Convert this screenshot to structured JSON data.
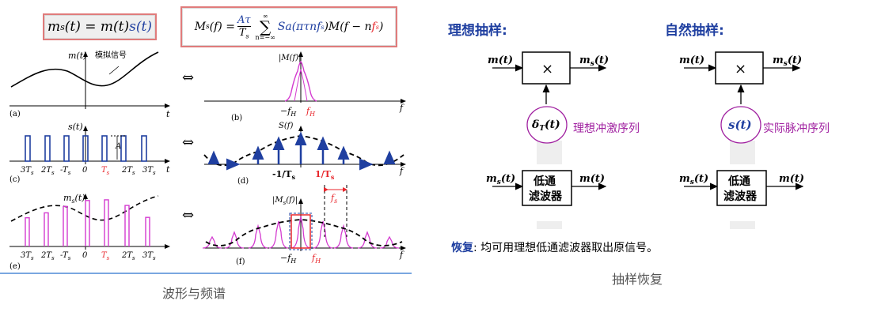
{
  "left": {
    "formula_time": {
      "lhs": "m",
      "lhs_sub": "s",
      "lhs_arg": "(t) = m(t)",
      "rhs": "s(t)"
    },
    "formula_freq": {
      "text": "M",
      "sub": "s",
      "rest": "(f) = ",
      "num": "Aτ",
      "den": "T",
      "den_sub": "s",
      "sum_top": "∞",
      "sum_bot": "n=−∞",
      "body1": "Sa(πτnf",
      "body1_sub": "s",
      "body2": ")M(f − n",
      "body2_f": "f",
      "body2_sub": "s",
      "body2_end": ")"
    },
    "equiv_symbol": "⇔",
    "panel_a": {
      "ylabel": "m(t)",
      "annotation": "模拟信号",
      "letter": "(a)",
      "xaxis": "t"
    },
    "panel_b": {
      "ylabel": "|M(f)|",
      "letter": "(b)",
      "tick_neg": "−f",
      "tick_neg_sub": "H",
      "tick_pos": "f",
      "tick_pos_sub": "H",
      "xaxis": "f"
    },
    "panel_c": {
      "ylabel": "s(t)",
      "amp": "A",
      "letter": "(c)",
      "ticks": [
        "3T",
        "2T",
        "-T",
        "0",
        "T",
        "2T",
        "3T"
      ],
      "tick_sub": "s",
      "xaxis": "t"
    },
    "panel_d": {
      "ylabel": "S(f)",
      "letter": "(d)",
      "tick_neg": "-1/T",
      "tick_pos": "1/T",
      "tick_sub": "s",
      "xaxis": "f"
    },
    "panel_e": {
      "ylabel": "m",
      "ylabel_sub": "s",
      "ylabel_arg": "(t)",
      "letter": "(e)",
      "ticks": [
        "3T",
        "2T",
        "-T",
        "0",
        "T",
        "2T",
        "3T"
      ],
      "tick_sub": "s"
    },
    "panel_f": {
      "ylabel": "|M",
      "ylabel_sub": "s",
      "ylabel_arg": "(f)|",
      "letter": "(f)",
      "fs_label": "f",
      "fs_sub": "s",
      "tick_neg": "−f",
      "tick_neg_sub": "H",
      "tick_pos": "f",
      "tick_pos_sub": "H",
      "xaxis": "f"
    },
    "caption": "波形与频谱"
  },
  "right": {
    "ideal": {
      "title": "理想抽样:",
      "input": "m(t)",
      "output_main": "m",
      "output_sub": "s",
      "output_arg": "(t)",
      "multiply": "×",
      "impulse_main": "δ",
      "impulse_sub": "T",
      "impulse_arg": "(t)",
      "impulse_label": "理想冲激序列",
      "filter_in": "m",
      "filter_in_sub": "s",
      "filter_in_arg": "(t)",
      "filter_line1": "低通",
      "filter_line2": "滤波器",
      "filter_out": "m(t)"
    },
    "natural": {
      "title": "自然抽样:",
      "input": "m(t)",
      "output_main": "m",
      "output_sub": "s",
      "output_arg": "(t)",
      "multiply": "×",
      "impulse_main": "s(t)",
      "impulse_label": "实际脉冲序列",
      "filter_in": "m",
      "filter_in_sub": "s",
      "filter_in_arg": "(t)",
      "filter_line1": "低通",
      "filter_line2": "滤波器",
      "filter_out": "m(t)"
    },
    "recovery_key": "恢复",
    "recovery_text": ": 均可用理想低通滤波器取出原信号。",
    "caption": "抽样恢复"
  },
  "colors": {
    "blue": "#1f3fa0",
    "red": "#e8262b",
    "magenta": "#d43bd0",
    "purple": "#a020a0",
    "pink_border": "#e07b7b"
  }
}
